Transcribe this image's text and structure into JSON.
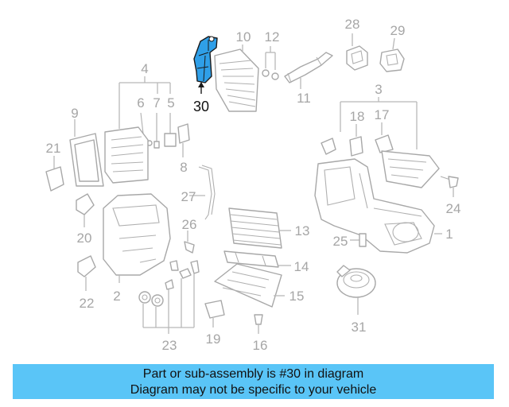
{
  "diagram": {
    "highlight_color": "#2f9fe8",
    "line_color": "#b8b8b8",
    "highlighted_part": "30",
    "labels": {
      "p1": "1",
      "p2": "2",
      "p3": "3",
      "p4": "4",
      "p5": "5",
      "p6": "6",
      "p7": "7",
      "p8": "8",
      "p9": "9",
      "p10": "10",
      "p11": "11",
      "p12": "12",
      "p13": "13",
      "p14": "14",
      "p15": "15",
      "p16": "16",
      "p17": "17",
      "p18": "18",
      "p19": "19",
      "p20": "20",
      "p21": "21",
      "p22": "22",
      "p23": "23",
      "p24": "24",
      "p25": "25",
      "p26": "26",
      "p27": "27",
      "p28": "28",
      "p29": "29",
      "p30": "30",
      "p31": "31"
    }
  },
  "banner": {
    "background": "#5ac5f7",
    "line1": "Part or sub-assembly is #30 in diagram",
    "line2": "Diagram may not be specific to your vehicle"
  }
}
